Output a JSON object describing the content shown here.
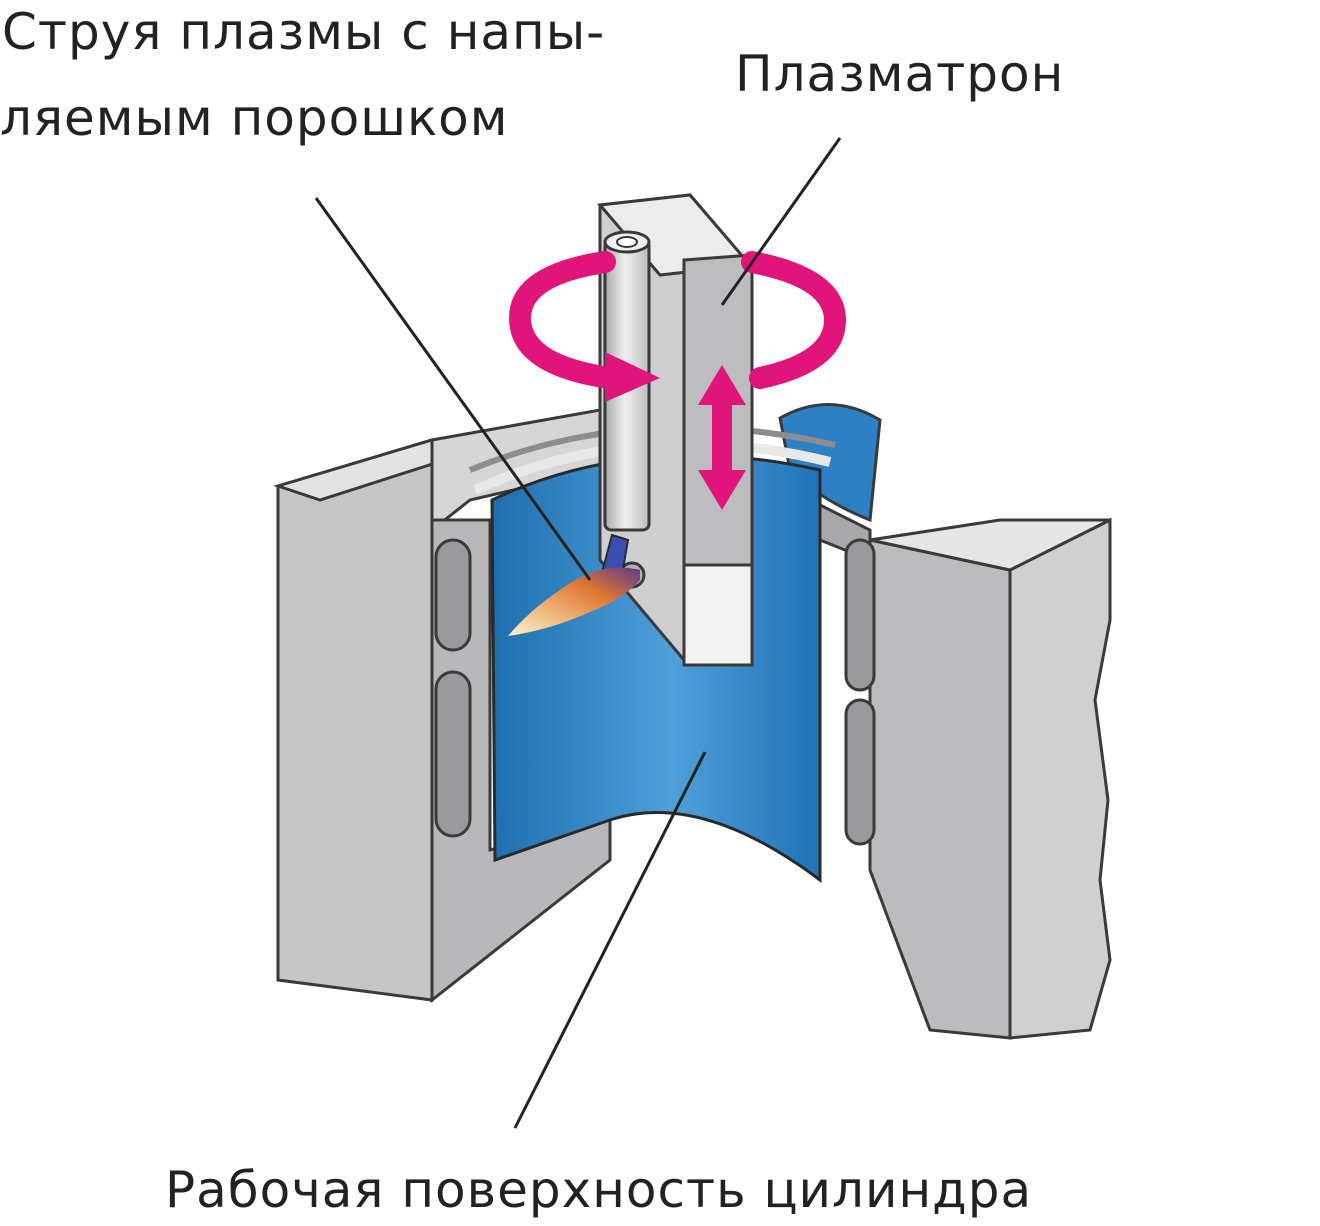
{
  "labels": {
    "jet_line1": "Струя плазмы с напы-",
    "jet_line2": "ляемым порошком",
    "plasmatron": "Плазматрон",
    "surface": "Рабочая поверхность цилиндра"
  },
  "colors": {
    "metal": "#c9c9ca",
    "metal_light": "#e4e4e5",
    "metal_dark": "#8d8d8f",
    "outline": "#3a3a3a",
    "bore": "#2a7fc2",
    "bore_light": "#5aa6dd",
    "arrow": "#e0147a",
    "flame": "#f29a45"
  },
  "icons": {
    "rotation": "rotation-arrow-icon",
    "reciprocation": "vertical-double-arrow-icon"
  }
}
